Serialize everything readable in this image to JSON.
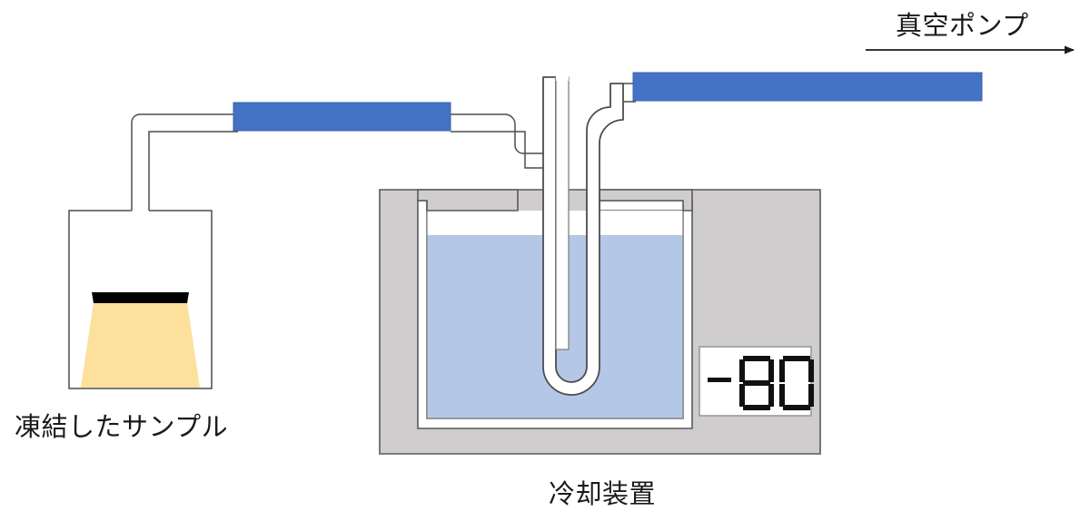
{
  "diagram": {
    "title": "freeze-drying apparatus",
    "labels": {
      "vacuum_pump": "真空ポンプ",
      "frozen_sample": "凍結したサンプル",
      "cooling_device": "冷却装置"
    },
    "display": {
      "value": "-80",
      "sign": "-",
      "digits": [
        "8",
        "0"
      ],
      "segments": {
        "8": [
          "a",
          "b",
          "c",
          "d",
          "e",
          "f",
          "g"
        ],
        "0": [
          "a",
          "b",
          "c",
          "d",
          "e",
          "f"
        ]
      }
    },
    "colors": {
      "connector_blue": "#4472C4",
      "bath_liquid": "#B4C7E7",
      "cooler_body": "#CFCDCD",
      "sample_yellow": "#FCE09B",
      "sample_cap": "#000000",
      "outline": "#595959",
      "background": "#FFFFFF",
      "text": "#1A1A1A"
    },
    "parts": [
      {
        "name": "sample-flask",
        "description": "frozen sample vessel"
      },
      {
        "name": "sample-substance",
        "description": "yellow frozen sample block"
      },
      {
        "name": "sample-cap",
        "description": "black cap layer on sample"
      },
      {
        "name": "left-tube",
        "description": "tube from sample flask to connector"
      },
      {
        "name": "left-connector",
        "description": "blue hose connector"
      },
      {
        "name": "cold-trap",
        "description": "U-shaped glass cold trap"
      },
      {
        "name": "cooler-body",
        "description": "gray cooling device housing"
      },
      {
        "name": "bath-liquid",
        "description": "blue coolant bath"
      },
      {
        "name": "temperature-display",
        "description": "digital temperature readout"
      },
      {
        "name": "right-connector",
        "description": "blue hose connector to vacuum pump"
      },
      {
        "name": "vacuum-arrow",
        "description": "arrow indicating flow to vacuum pump"
      }
    ]
  }
}
